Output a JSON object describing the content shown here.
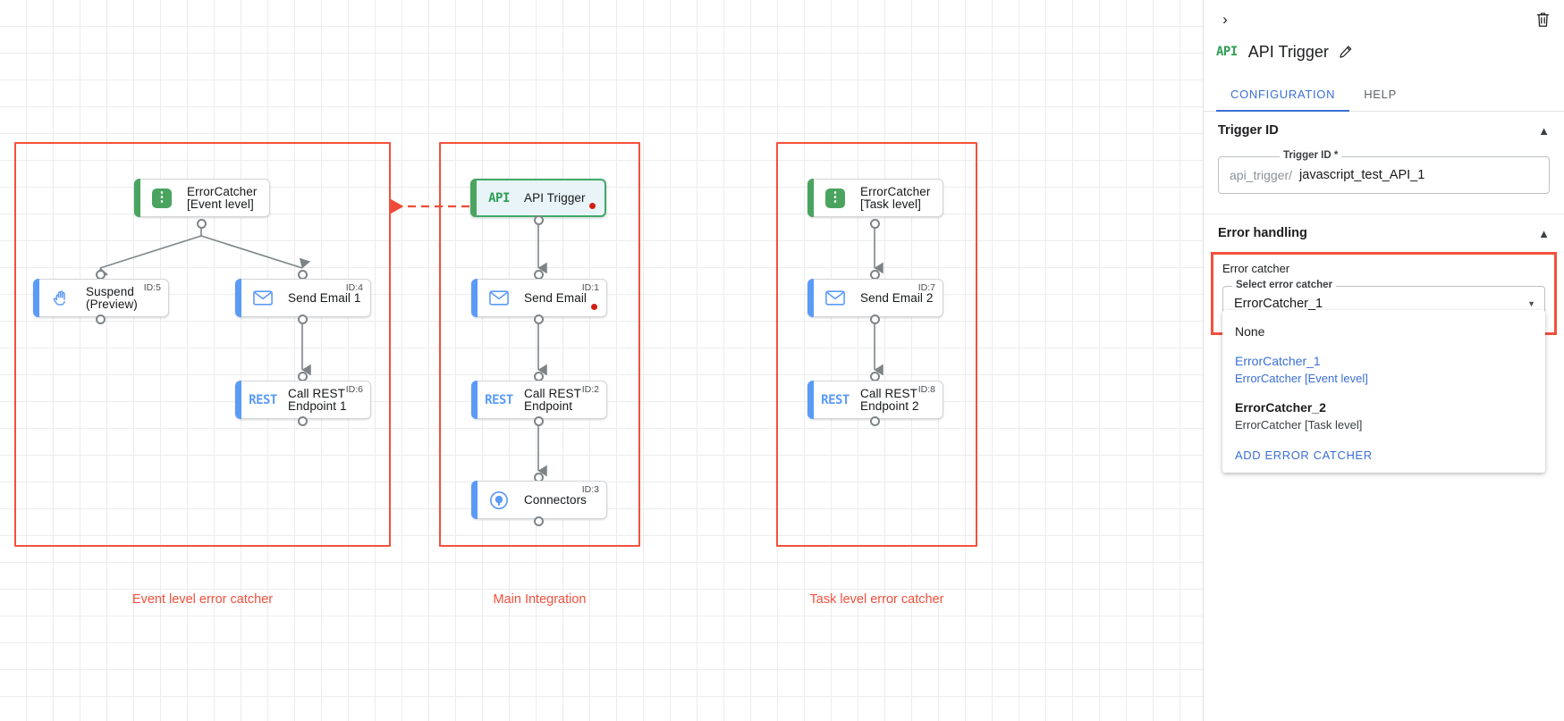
{
  "canvas": {
    "groups": [
      {
        "name": "event-level-group",
        "label": "Event level error catcher"
      },
      {
        "name": "main-integration-group",
        "label": "Main Integration"
      },
      {
        "name": "task-level-group",
        "label": "Task level error catcher"
      }
    ],
    "nodes": [
      {
        "id_label": "",
        "label": "ErrorCatcher\n[Event level]",
        "icon": "error-catcher-icon",
        "accent": "green",
        "selected": false,
        "red_dot": false
      },
      {
        "id_label": "ID:5",
        "label": "Suspend\n(Preview)",
        "icon": "hand-icon",
        "accent": "blue",
        "selected": false,
        "red_dot": false
      },
      {
        "id_label": "ID:4",
        "label": "Send Email 1",
        "icon": "mail-icon",
        "accent": "blue",
        "selected": false,
        "red_dot": false
      },
      {
        "id_label": "ID:6",
        "label": "Call REST\nEndpoint 1",
        "icon": "rest-icon",
        "accent": "blue",
        "selected": false,
        "red_dot": false
      },
      {
        "id_label": "",
        "label": "API Trigger",
        "icon": "api-icon",
        "accent": "green",
        "selected": true,
        "red_dot": true
      },
      {
        "id_label": "ID:1",
        "label": "Send Email",
        "icon": "mail-icon",
        "accent": "blue",
        "selected": false,
        "red_dot": true
      },
      {
        "id_label": "ID:2",
        "label": "Call REST\nEndpoint",
        "icon": "rest-icon",
        "accent": "blue",
        "selected": false,
        "red_dot": false
      },
      {
        "id_label": "ID:3",
        "label": "Connectors",
        "icon": "connectors-icon",
        "accent": "blue",
        "selected": false,
        "red_dot": false
      },
      {
        "id_label": "",
        "label": "ErrorCatcher\n[Task level]",
        "icon": "error-catcher-icon",
        "accent": "green",
        "selected": false,
        "red_dot": false
      },
      {
        "id_label": "ID:7",
        "label": "Send Email 2",
        "icon": "mail-icon",
        "accent": "blue",
        "selected": false,
        "red_dot": false
      },
      {
        "id_label": "ID:8",
        "label": "Call REST\nEndpoint 2",
        "icon": "rest-icon",
        "accent": "blue",
        "selected": false,
        "red_dot": false
      }
    ]
  },
  "panel": {
    "title": "API Trigger",
    "title_icon": "API",
    "collapse_icon": "›",
    "tabs": [
      {
        "label": "CONFIGURATION",
        "active": true
      },
      {
        "label": "HELP",
        "active": false
      }
    ],
    "sections": [
      {
        "title": "Trigger ID"
      },
      {
        "title": "Error handling"
      }
    ],
    "trigger_id": {
      "legend": "Trigger ID *",
      "prefix": "api_trigger/",
      "value": "javascript_test_API_1"
    },
    "error_catcher": {
      "box_title": "Error catcher",
      "legend": "Select error catcher",
      "selected_value": "ErrorCatcher_1",
      "options": [
        {
          "main": "None",
          "sub": "",
          "selected": false,
          "bold": false
        },
        {
          "main": "ErrorCatcher_1",
          "sub": "ErrorCatcher [Event level]",
          "selected": true,
          "bold": false
        },
        {
          "main": "ErrorCatcher_2",
          "sub": "ErrorCatcher [Task level]",
          "selected": false,
          "bold": true
        }
      ],
      "add_action": "ADD ERROR CATCHER"
    }
  },
  "colors": {
    "accent_blue": "#3b6fd4",
    "error_red": "#f4503c",
    "node_blue": "#5b9bf8",
    "node_green": "#4aa45f",
    "dot_red": "#d11f12"
  }
}
